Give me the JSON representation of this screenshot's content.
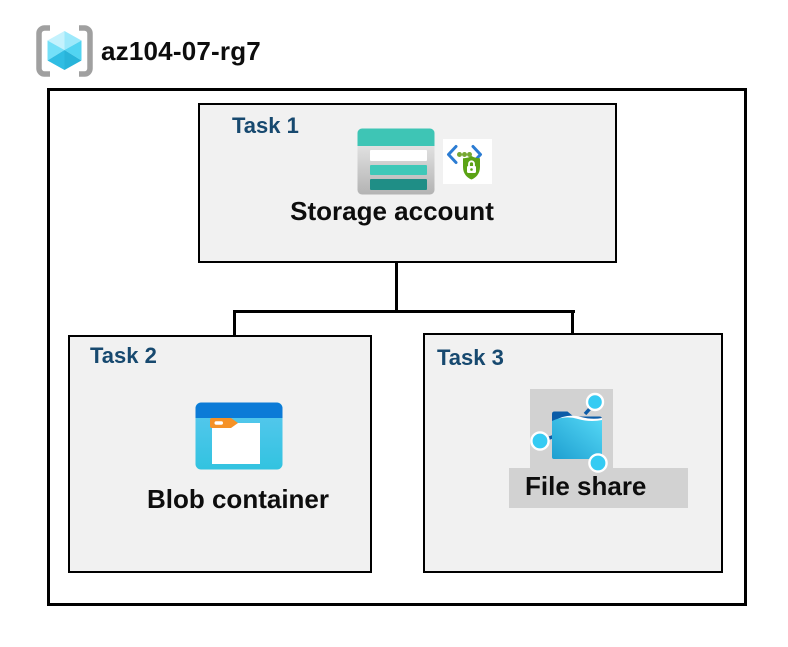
{
  "header": {
    "icon": "resource-group-icon",
    "resource_group_name": "az104-07-rg7"
  },
  "tasks": [
    {
      "label": "Task 1",
      "resource": "Storage account",
      "icons": [
        "storage-account-icon",
        "sas-security-icon"
      ]
    },
    {
      "label": "Task 2",
      "resource": "Blob container",
      "icons": [
        "blob-container-icon"
      ]
    },
    {
      "label": "Task 3",
      "resource": "File share",
      "icons": [
        "file-share-icon"
      ]
    }
  ],
  "connections": [
    {
      "from": "Storage account",
      "to": "Blob container"
    },
    {
      "from": "Storage account",
      "to": "File share"
    }
  ],
  "colors": {
    "task_label": "#17496f",
    "box_fill": "#f1f1f1",
    "box_border": "#000000",
    "connector": "#000000",
    "file_share_highlight": "#d2d2d2",
    "storage_teal": "#3ec5b5",
    "storage_teal_dark": "#1f8e86",
    "blob_header_blue": "#0c7bd7",
    "blob_body_cyan": "#3cc5e4",
    "folder_orange": "#f59227",
    "sas_chevron_blue": "#2b7cd3",
    "sas_green": "#5ba315",
    "cube_cyan": "#50d6f2",
    "bracket_gray": "#a0a0a0"
  }
}
